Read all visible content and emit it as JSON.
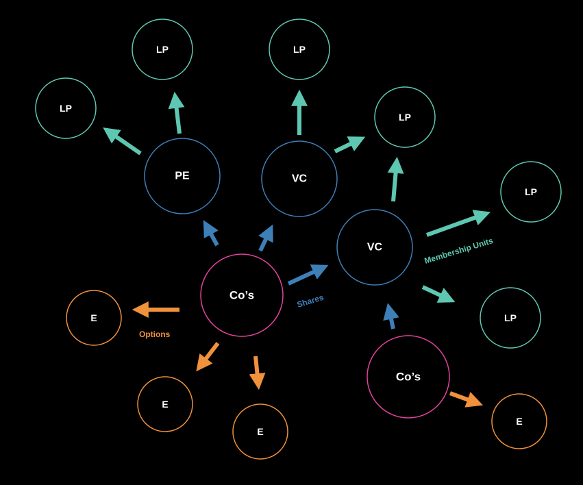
{
  "colors": {
    "background": "#000000",
    "lp": "#5ec7b2",
    "fund": "#3e7fb8",
    "company": "#e0439d",
    "employee": "#f0913b",
    "text": "#ffffff"
  },
  "nodes": {
    "lp1": "LP",
    "lp2": "LP",
    "lp3": "LP",
    "lp4": "LP",
    "lp5": "LP",
    "lp6": "LP",
    "pe": "PE",
    "vc1": "VC",
    "vc2": "VC",
    "co1": "Co’s",
    "co2": "Co’s",
    "e1": "E",
    "e2": "E",
    "e3": "E",
    "e4": "E"
  },
  "edge_labels": {
    "options": "Options",
    "shares": "Shares",
    "membership_units": "Membership Units"
  }
}
